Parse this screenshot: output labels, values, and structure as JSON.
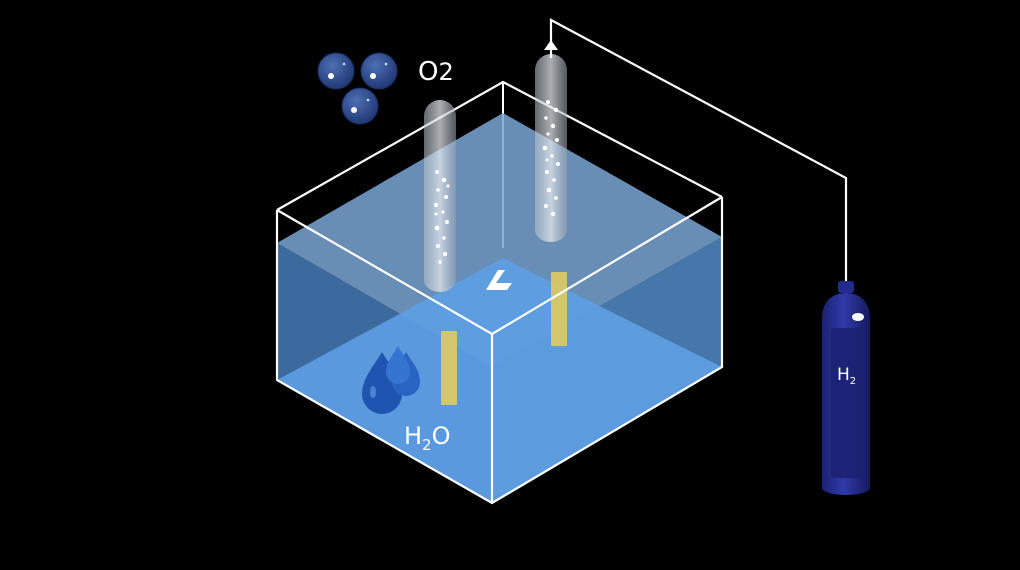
{
  "labels": {
    "o2_main": "O",
    "o2_sub": "2",
    "water_main_h": "H",
    "water_sub": "2",
    "water_main_o": "O",
    "cylinder_main": "H",
    "cylinder_sub": "2"
  },
  "colors": {
    "background": "#000000",
    "tank_outline": "#ffffff",
    "water_top": "#6f9fd4",
    "water_front": "#5b9be0",
    "water_left": "#3f6fa6",
    "water_right": "#4778ae",
    "electrode": "#e8d05a",
    "cylinder": "#1f2a8a",
    "bubble": "#2c4a8a",
    "droplet": "#1f55b0",
    "tube_glass": "#c9ced6"
  },
  "icons": {
    "molecules": "oxygen-molecule-icon",
    "droplets": "water-drops-icon",
    "arrow": "arrow-up-icon",
    "logo": "chevron-logo-icon"
  }
}
